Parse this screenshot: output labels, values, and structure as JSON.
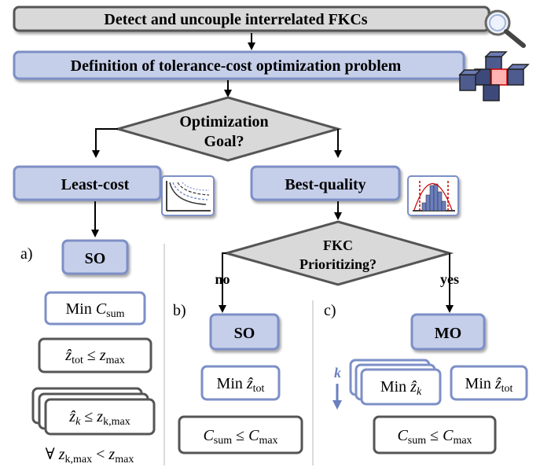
{
  "top": {
    "detect_label": "Detect and uncouple interrelated FKCs",
    "definition_label": "Definition of tolerance-cost optimization problem"
  },
  "decision_goal": {
    "line1": "Optimization",
    "line2": "Goal?"
  },
  "least_cost": {
    "label": "Least-cost"
  },
  "best_quality": {
    "label": "Best-quality"
  },
  "decision_prio": {
    "line1": "FKC",
    "line2": "Prioritizing?",
    "no": "no",
    "yes": "yes"
  },
  "panel_a": {
    "tag": "a)",
    "so": "SO",
    "min": {
      "pre": "Min ",
      "var": "C",
      "sub": "sum"
    },
    "c1": {
      "var": "ẑ",
      "sub": "tot",
      "op": " ≤ ",
      "var2": "z",
      "sub2": "max"
    },
    "c2": {
      "var": "ẑ",
      "sub": "k",
      "op": " ≤ ",
      "var2": "z",
      "sub2": "k,max"
    },
    "forall": {
      "pre": "∀ ",
      "var": "z",
      "sub": "k,max",
      "op": " < ",
      "var2": "z",
      "sub2": "max"
    }
  },
  "panel_b": {
    "tag": "b)",
    "so": "SO",
    "min": {
      "pre": "Min ",
      "var": "ẑ",
      "sub": "tot"
    },
    "c1": {
      "var": "C",
      "sub": "sum",
      "op": " ≤ ",
      "var2": "C",
      "sub2": "max"
    }
  },
  "panel_c": {
    "tag": "c)",
    "mo": "MO",
    "k_label": "k",
    "min_k": {
      "pre": "Min ",
      "var": "ẑ",
      "sub": "k"
    },
    "min_tot": {
      "pre": "Min ",
      "var": "ẑ",
      "sub": "tot"
    },
    "c1": {
      "var": "C",
      "sub": "sum",
      "op": " ≤ ",
      "var2": "C",
      "sub2": "max"
    }
  },
  "colors": {
    "box_fill": "#c6cfe9",
    "box_stroke": "#7d8fc7",
    "grey_fill": "#d9d9d9",
    "grey_stroke": "#666666",
    "dark_stroke": "#555555",
    "k_arrow": "#6b7fbf"
  },
  "icons": [
    "magnifier-icon",
    "cube-assembly-icon",
    "pareto-chart-icon",
    "distribution-chart-icon"
  ]
}
